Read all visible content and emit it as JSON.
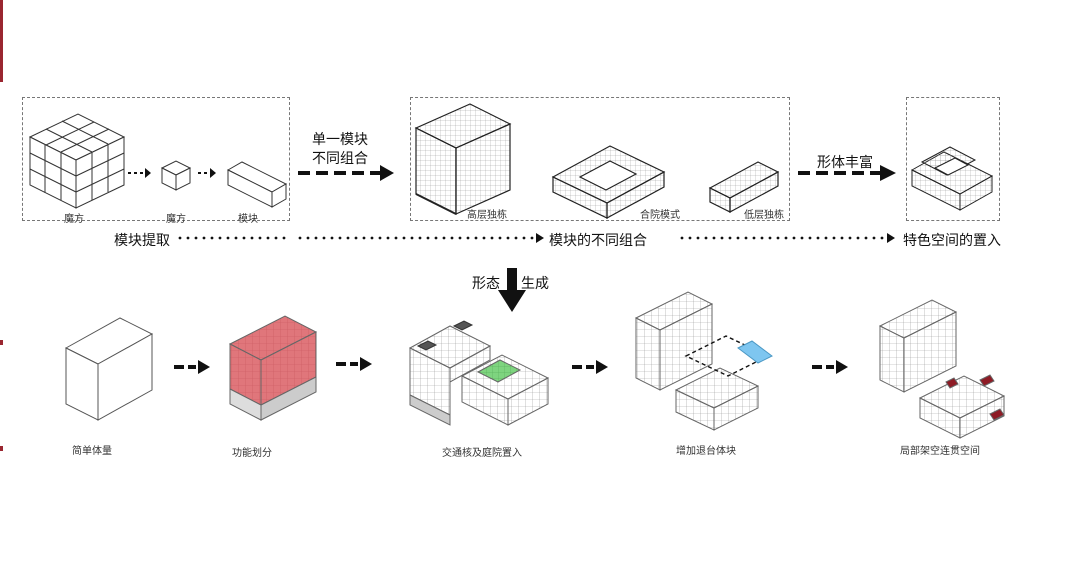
{
  "colors": {
    "accent_red": "#e0767b",
    "courtyard_green": "#7ed47f",
    "stair_blue": "#7ec6f0",
    "void_red": "#8e1b25",
    "core_gray": "#555555"
  },
  "top": {
    "box1": {
      "label_cube_big": "魔方",
      "label_cube_small": "魔方",
      "label_module": "模块"
    },
    "arrow1_label_line1": "单一模块",
    "arrow1_label_line2": "不同组合",
    "box2": {
      "label_high": "高层独栋",
      "label_courtyard": "合院模式",
      "label_low": "低层独栋"
    },
    "arrow2_label": "形体丰富",
    "flow": {
      "step1": "模块提取",
      "step2": "模块的不同组合",
      "step3": "特色空间的置入"
    }
  },
  "middle": {
    "left": "形态",
    "right": "生成"
  },
  "bottom": {
    "steps": [
      "简单体量",
      "功能划分",
      "交通核及庭院置入",
      "增加退台体块",
      "局部架空连贯空间"
    ]
  }
}
